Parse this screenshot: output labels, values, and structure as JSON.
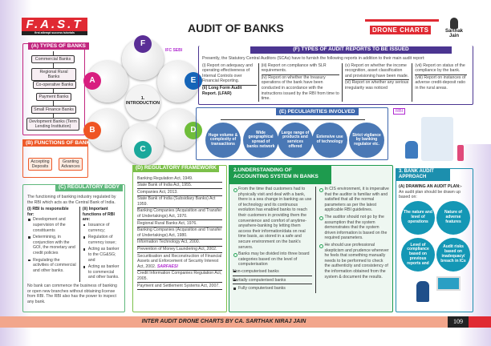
{
  "header": {
    "logo": "F.A.S.T",
    "logo_tagline": "first attempt success tutorials",
    "title": "AUDIT OF BANKS",
    "drone_logo": "DRONE CHARTS",
    "author_logo": "Sarthak Jain"
  },
  "center": {
    "label": "1. INTRODUCTION",
    "petals": [
      "F",
      "A",
      "E",
      "B",
      "D",
      "C"
    ]
  },
  "types": {
    "heading": "(A) TYPES OF BANKS",
    "items": [
      "Commercial Banks",
      "Regional Rural Banks",
      "Co-operative Banks",
      "Payment Banks",
      "Small Finance Banks",
      "Devlopment Banks (Term Lending Institution)"
    ]
  },
  "functions": {
    "heading": "(B) FUNCTIONS OF BANK",
    "items": [
      "Accepting Deposits",
      "Granting Advances"
    ]
  },
  "regulatory": {
    "heading": "(C) REGULATORY BODY",
    "intro": "The functioning of banking industry regulated by the RBI which acts as the Central Bank of India.",
    "left_title": "(i) RBI is responsible for:",
    "left_items": [
      "Development and supervision of the constituents",
      "Determining, in conjunction with the GOI, the monetary and credit policies",
      "Regulating the activities of commercial and other banks."
    ],
    "right_title": "(ii) Important functions of RBI are:",
    "right_items": [
      "Issuance of currency;",
      "Regulation of currency issue;",
      "Acting as banker to the CG&SG; and",
      "Acting as banker to commercial and other banks."
    ],
    "footer": "No bank can commence the business of banking or open new branches without obtaining license from RBI. The RBI also has the power to inspect any bank."
  },
  "framework": {
    "heading": "(D) REGULATORY FRAMEWORK",
    "laws": [
      "Banking Regulation Act, 1949.",
      "State Bank of India Act, 1955.",
      "Companies Act, 2013.",
      "State Bank of India (Subsidiary Banks) Act 1959.",
      "Banking Companies (Acquisition and Transfer of Undertakings) Act, 1970.",
      "Regional Rural Banks Act, 1976.",
      "Banking Companies (Acquisition and Transfer of Undertakings) Act, 1980.",
      "Information Technology Act, 2000.",
      "Prevention of Money Laundering Act, 2002.",
      "Securitisation and Reconstruction of Financial Assets and Enforcement of Security Interest Act, 2002.",
      "Credit Information Companies Regulation Act, 2005.",
      "Payment and Settlement Systems Act, 2007."
    ]
  },
  "reports": {
    "heading": "(F) TYPES OF AUDIT REPORTS TO BE ISSUED",
    "intro": "Presently, the Statutory Central Auditors (SCAs) have to furnish the following reports in addition to their main audit report:",
    "items": [
      "(i) Report on adequacy and operating effectiveness of Internal Controls over Financial Reporting.",
      "(ii) Long Form Audit Report. (LFAR)",
      "(iii) Report on compliance with SLR requirements.",
      "(iv) Report on whether the treasury operations of the bank have been conducted in accordance with the instructions issued by the RBI from time to time.",
      "(v) Report on whether the income recognition, asset classification and provisioning have been made.",
      "(vi) Report on whether any serious irregularity was noticed",
      "(vii) Report on status of the compliance by the bank.",
      "(viii) Report on instances of adverse credit-deposit ratio in the rural areas."
    ]
  },
  "peculiarities": {
    "heading": "(E) PECULIARITIES INVOLVED",
    "items": [
      "Huge volume & complexity of transactions",
      "Wide geographical spread of banks network",
      "Large range of products and services offered",
      "Extensive use of technology",
      "Strict vigilance by banking regulator etc."
    ]
  },
  "accounting": {
    "heading": "2.UNDERSTANDING OF ACCOUNTING SYSTEM IN BANKS",
    "p1": "From the time that customers had to physically visit and deal with a bank, there is a sea change in banking as use of technology and its continuous evolution has enabled banks to reach their customers in providing them the convenience and comfort of anytime-anywhere-banking by letting them access their information/data on real time basis, as stored in a safe and secure environment on the bank's servers.",
    "p2": "Banks may be divided into three board categories based on the level of computerisation",
    "categories": [
      "Non-computerised banks",
      "Partially computerised banks",
      "Fully computerised banks"
    ],
    "right": [
      "In CIS environment, it is imperative that the auditor is familiar with and satisfied that all the normal parameters as per the latest applicable RBI guidelines.",
      "The auditor should not go by the assumption that the system demonstrates that the system driven information is based on the required parameters.",
      "He should use professional skepticism and prudence wherever he feels that something manually needs to be performed to check the authenticity and consistency of the information obtained from the system & document the results."
    ]
  },
  "approach": {
    "heading": "3. BANK AUDIT APPROACH",
    "sub": "(A) DRAWING AN AUDIT PLAN:-",
    "intro": "An audit plan should be drawn up based on:",
    "items": [
      "The nature and level of operations",
      "Nature of adverse features",
      "Level of compliance based on previous reports and",
      "Audit risks based on inadequacy/ breach in ICs"
    ]
  },
  "annotations": {
    "ifc": "IFC SEBI",
    "rbi": "RBI",
    "sarfaesi": "SARFAESI"
  },
  "footer": {
    "text": "INTER AUDIT DRONE CHARTS BY CA. SARTHAK NIRAJ JAIN",
    "page": "109"
  },
  "colors": {
    "types": "#c2267f",
    "functions": "#ee5a2a",
    "regulatory": "#5fb87c",
    "framework": "#7cc04a",
    "reports": "#4b3591",
    "peculiar": "#3d67ad",
    "accounting": "#1e9b4e",
    "approach": "#1c8fae",
    "footer": "#f2a68c"
  }
}
